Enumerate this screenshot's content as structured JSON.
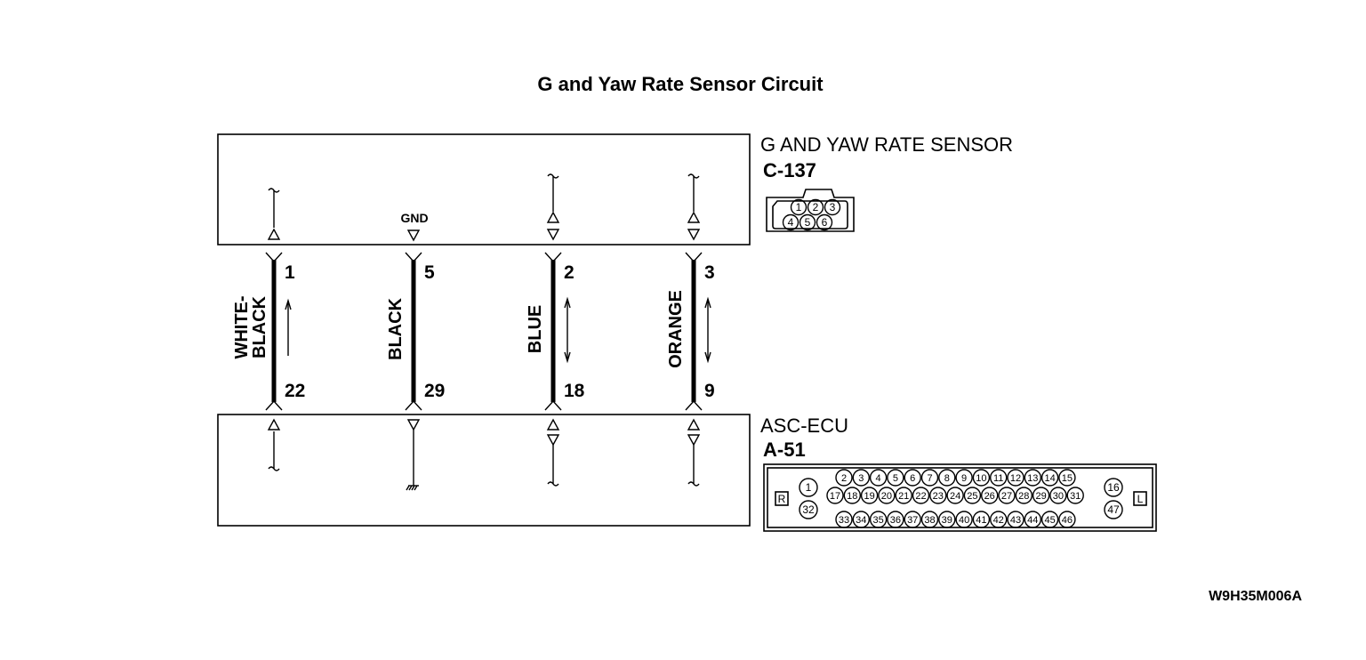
{
  "title": "G and Yaw Rate Sensor Circuit",
  "sensor": {
    "name": "G AND YAW RATE SENSOR",
    "connector": "C-137",
    "gnd_label": "GND",
    "pins_top": [
      "1",
      "2",
      "3"
    ],
    "pins_bottom": [
      "4",
      "5",
      "6"
    ]
  },
  "ecu": {
    "name": "ASC-ECU",
    "connector": "A-51",
    "side_left": "R",
    "side_right": "L",
    "left_pins": [
      "1",
      "32"
    ],
    "row1": [
      "2",
      "3",
      "4",
      "5",
      "6",
      "7",
      "8",
      "9",
      "10",
      "11",
      "12",
      "13",
      "14",
      "15"
    ],
    "row2": [
      "17",
      "18",
      "19",
      "20",
      "21",
      "22",
      "23",
      "24",
      "25",
      "26",
      "27",
      "28",
      "29",
      "30",
      "31"
    ],
    "row3": [
      "33",
      "34",
      "35",
      "36",
      "37",
      "38",
      "39",
      "40",
      "41",
      "42",
      "43",
      "44",
      "45",
      "46"
    ],
    "right_pins": [
      "16",
      "47"
    ]
  },
  "wires": [
    {
      "color": "WHITE-\nBLACK",
      "color_line1": "WHITE-",
      "color_line2": "BLACK",
      "sensor_pin": "1",
      "ecu_pin": "22",
      "direction": "up"
    },
    {
      "color": "BLACK",
      "sensor_pin": "5",
      "ecu_pin": "29",
      "direction": "none"
    },
    {
      "color": "BLUE",
      "sensor_pin": "2",
      "ecu_pin": "18",
      "direction": "both"
    },
    {
      "color": "ORANGE",
      "sensor_pin": "3",
      "ecu_pin": "9",
      "direction": "both"
    }
  ],
  "figure_code": "W9H35M006A"
}
